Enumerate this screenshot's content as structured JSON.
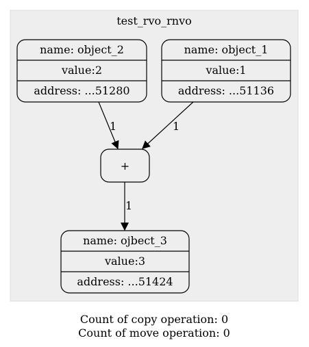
{
  "cluster": {
    "title": "test_rvo_rnvo",
    "fill": "#eeeeee",
    "border": "#dcdcdc"
  },
  "nodes": {
    "object_2": {
      "name": "name: object_2",
      "value": "value:2",
      "address": "address: ...51280"
    },
    "object_1": {
      "name": "name: object_1",
      "value": "value:1",
      "address": "address: ...51136"
    },
    "plus": {
      "label": "+"
    },
    "object_3": {
      "name": "name: ojbect_3",
      "value": "value:3",
      "address": "address: ...51424"
    }
  },
  "edges": {
    "object_2_to_plus": "1",
    "object_1_to_plus": "1",
    "plus_to_object_3": "1"
  },
  "footer": {
    "copy_count": "Count of copy operation: 0",
    "move_count": "Count of move operation: 0"
  }
}
